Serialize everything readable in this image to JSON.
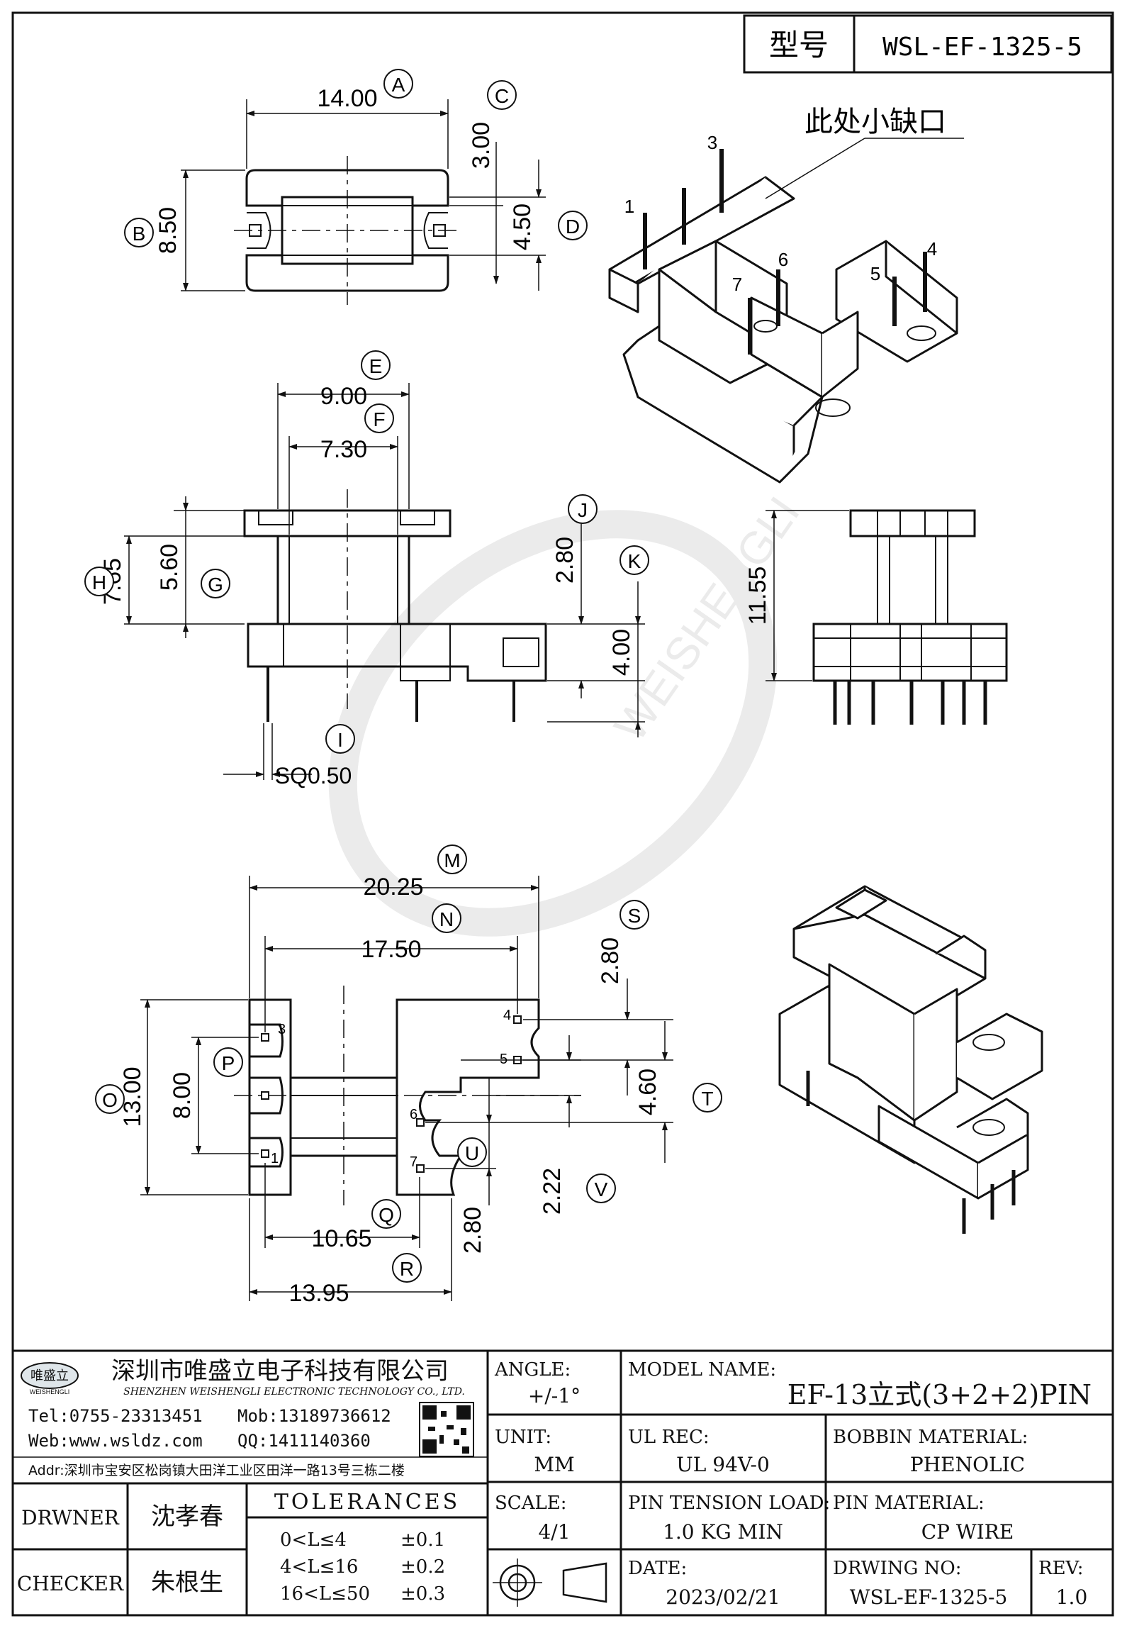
{
  "header": {
    "model_label": "型号",
    "model_number": "WSL-EF-1325-5"
  },
  "annotation": {
    "notch_note": "此处小缺口"
  },
  "pin_numbers": [
    "1",
    "3",
    "7",
    "6",
    "5",
    "4"
  ],
  "top_view": {
    "callouts": [
      "A",
      "B",
      "C",
      "D"
    ],
    "dims": {
      "A": "14.00",
      "B": "8.50",
      "C": "3.00",
      "D": "4.50"
    }
  },
  "front_view": {
    "callouts": [
      "E",
      "F",
      "G",
      "H",
      "I",
      "J",
      "K"
    ],
    "dims": {
      "E": "9.00",
      "F": "7.30",
      "G": "5.60",
      "H": "7.65",
      "I": "SQ0.50",
      "J": "2.80",
      "K": "4.00"
    }
  },
  "side_view": {
    "dims": {
      "height": "11.55"
    }
  },
  "bottom_view": {
    "callouts": [
      "M",
      "N",
      "O",
      "P",
      "Q",
      "R",
      "S",
      "T",
      "U",
      "V"
    ],
    "dims": {
      "M": "20.25",
      "N": "17.50",
      "O": "13.00",
      "P": "8.00",
      "Q": "10.65",
      "R": "13.95",
      "S": "2.80",
      "T": "4.60",
      "U": "2.80",
      "V": "2.22"
    },
    "pin_labels": [
      "3",
      "1",
      "4",
      "5",
      "6",
      "7"
    ]
  },
  "watermark": {
    "text": "WEISHENGLI"
  },
  "title_block": {
    "company_logo_text": "唯盛立",
    "company_logo_sub": "WEISHENGLI",
    "company_name": "深圳市唯盛立电子科技有限公司",
    "company_name_en": "SHENZHEN WEISHENGLI ELECTRONIC TECHNOLOGY CO., LTD.",
    "tel": "Tel:0755-23313451",
    "mob": "Mob:13189736612",
    "web": "Web:www.wsldz.com",
    "qq": "QQ:1411140360",
    "addr": "Addr:深圳市宝安区松岗镇大田洋工业区田洋一路13号三栋二楼",
    "angle_label": "ANGLE:",
    "angle_value": "+/-1°",
    "model_name_label": "MODEL NAME:",
    "model_name_value": "EF-13立式(3+2+2)PIN",
    "unit_label": "UNIT:",
    "unit_value": "MM",
    "ul_rec_label": "UL REC:",
    "ul_rec_value": "UL 94V-0",
    "bobbin_material_label": "BOBBIN MATERIAL:",
    "bobbin_material_value": "PHENOLIC",
    "drawer_label": "DRWNER",
    "drawer_value": "沈孝春",
    "checker_label": "CHECKER",
    "checker_value": "朱根生",
    "tolerances_label": "TOLERANCES",
    "tolerances": [
      {
        "range": "0<L≤4",
        "value": "±0.1"
      },
      {
        "range": "4<L≤16",
        "value": "±0.2"
      },
      {
        "range": "16<L≤50",
        "value": "±0.3"
      }
    ],
    "scale_label": "SCALE:",
    "scale_value": "4/1",
    "pin_tension_label": "PIN TENSION LOAD:",
    "pin_tension_value": "1.0 KG MIN",
    "pin_material_label": "PIN MATERIAL:",
    "pin_material_value": "CP WIRE",
    "date_label": "DATE:",
    "date_value": "2023/02/21",
    "drawing_no_label": "DRWING NO:",
    "drawing_no_value": "WSL-EF-1325-5",
    "rev_label": "REV:",
    "rev_value": "1.0"
  }
}
